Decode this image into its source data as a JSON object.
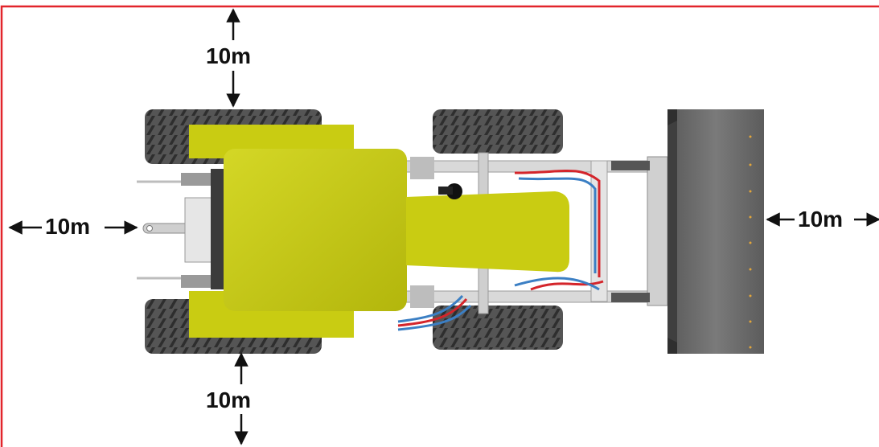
{
  "distances": {
    "top": "10m",
    "left": "10m",
    "right": "10m",
    "bottom": "10m"
  },
  "colors": {
    "zone_border": "#e2252b",
    "body_yellow": "#c9cc12",
    "body_yellow_dark": "#a7ab0a",
    "tire": "#4d4d4d",
    "tire_tread": "#2f2f2f",
    "bucket": "#6b6b6b",
    "bucket_dark": "#3f3f3f",
    "frame": "#d9d9d9",
    "hose_red": "#d4252b",
    "hose_blue": "#3b7fc4",
    "arrow": "#111111"
  }
}
